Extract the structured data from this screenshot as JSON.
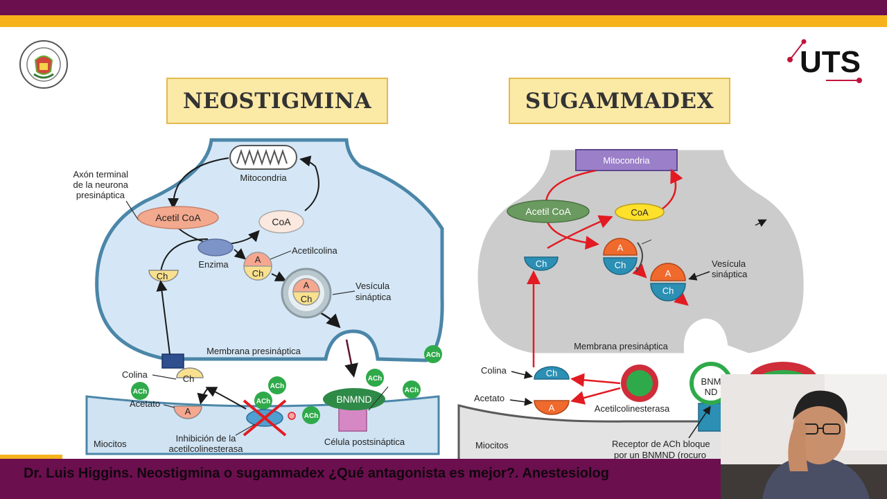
{
  "header": {
    "bar_color": "#6b0f4f",
    "stripe_color": "#f6b21b"
  },
  "logo": {
    "text": "UTS",
    "accent": "#c0143c"
  },
  "panels": {
    "neostigmina": {
      "title": "NEOSTIGMINA",
      "labels": {
        "axon": [
          "Axón terminal",
          "de la neurona",
          "presináptica"
        ],
        "mitocondria": "Mitocondria",
        "acetil_coa": "Acetil CoA",
        "coa": "CoA",
        "enzima": "Enzima",
        "acetilcolina": "Acetilcolina",
        "a": "A",
        "ch": "Ch",
        "vesicula": [
          "Vesícula",
          "sináptica"
        ],
        "membrana": "Membrana presináptica",
        "colina": "Colina",
        "ach": "ACh",
        "acetato": "Acetato",
        "bnmnd": "BNMND",
        "miocitos": "Miocitos",
        "inhibicion": [
          "Inhibición de la",
          "acetilcolinesterasa"
        ],
        "celula": "Célula postsináptica"
      }
    },
    "sugammadex": {
      "title": "SUGAMMADEX",
      "labels": {
        "mitocondria": "Mitocondria",
        "acetil_coa": "Acetil CoA",
        "coa": "CoA",
        "a": "A",
        "ch": "Ch",
        "vesicula": [
          "Vesícula",
          "sináptica"
        ],
        "membrana": "Membrana presináptica",
        "colina": "Colina",
        "acetato": "Acetato",
        "acetilcolinesterasa": "Acetilcolinesterasa",
        "bnmnd_partial": [
          "BNM",
          "ND"
        ],
        "miocitos": "Miocitos",
        "receptor": [
          "Receptor de ACh bloque",
          "por un BNMND (rocuro"
        ]
      }
    }
  },
  "footer": {
    "caption": "Dr. Luis Higgins. Neostigmina o sugammadex ¿Qué antagonista es mejor?. Anestesiolog"
  }
}
